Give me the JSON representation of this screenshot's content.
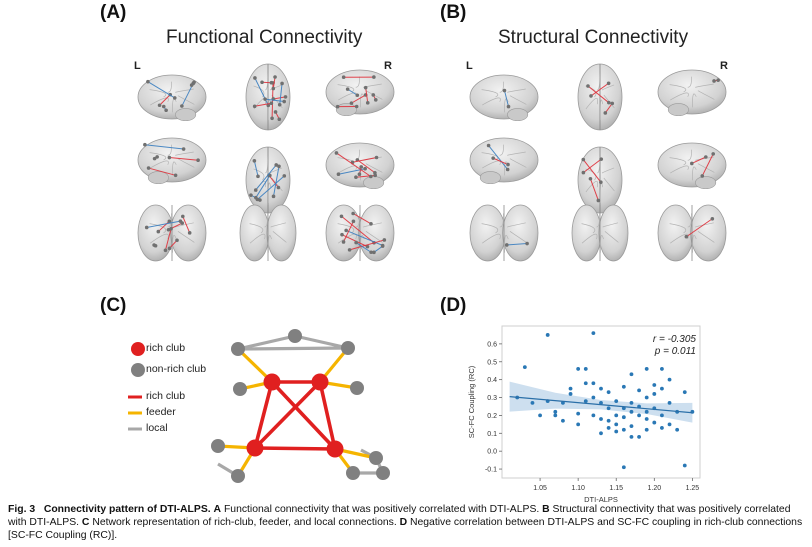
{
  "panels": {
    "a": {
      "letter": "(A)",
      "title": "Functional Connectivity",
      "left": "L",
      "right": "R"
    },
    "b": {
      "letter": "(B)",
      "title": "Structural Connectivity",
      "left": "L",
      "right": "R"
    },
    "c": {
      "letter": "(C)",
      "legend": {
        "rich_club_node": "rich club",
        "non_rich_club_node": "non-rich club",
        "rich_club_edge": "rich club",
        "feeder_edge": "feeder",
        "local_edge": "local"
      }
    },
    "d": {
      "letter": "(D)"
    }
  },
  "colors": {
    "rich_club": "#e02020",
    "feeder": "#f5b400",
    "local": "#a8a8a8",
    "node_gray": "#808080",
    "scatter": "#2a78b5",
    "ci_band": "#bcd4ea"
  },
  "chart_data": {
    "type": "scatter",
    "xlabel": "DTI-ALPS",
    "ylabel": "SC-FC Coupling (RC)",
    "xlim": [
      1.0,
      1.26
    ],
    "ylim": [
      -0.15,
      0.7
    ],
    "xticks": [
      "1.05",
      "1.10",
      "1.15",
      "1.20",
      "1.25"
    ],
    "yticks": [
      "-0.1",
      "0.0",
      "0.1",
      "0.2",
      "0.3",
      "0.4",
      "0.5",
      "0.6"
    ],
    "annotation_r": "r = -0.305",
    "annotation_p": "p = 0.011",
    "regression": {
      "x": [
        1.01,
        1.25
      ],
      "y": [
        0.305,
        0.215
      ]
    },
    "points": [
      [
        1.02,
        0.3
      ],
      [
        1.03,
        0.47
      ],
      [
        1.04,
        0.27
      ],
      [
        1.05,
        0.2
      ],
      [
        1.06,
        0.65
      ],
      [
        1.06,
        0.28
      ],
      [
        1.07,
        0.22
      ],
      [
        1.07,
        0.2
      ],
      [
        1.08,
        0.27
      ],
      [
        1.08,
        0.17
      ],
      [
        1.09,
        0.32
      ],
      [
        1.09,
        0.35
      ],
      [
        1.1,
        0.46
      ],
      [
        1.1,
        0.21
      ],
      [
        1.1,
        0.15
      ],
      [
        1.11,
        0.38
      ],
      [
        1.11,
        0.28
      ],
      [
        1.11,
        0.46
      ],
      [
        1.12,
        0.66
      ],
      [
        1.12,
        0.38
      ],
      [
        1.12,
        0.3
      ],
      [
        1.12,
        0.2
      ],
      [
        1.13,
        0.35
      ],
      [
        1.13,
        0.27
      ],
      [
        1.13,
        0.18
      ],
      [
        1.13,
        0.1
      ],
      [
        1.14,
        0.33
      ],
      [
        1.14,
        0.24
      ],
      [
        1.14,
        0.17
      ],
      [
        1.14,
        0.13
      ],
      [
        1.15,
        0.28
      ],
      [
        1.15,
        0.2
      ],
      [
        1.15,
        0.15
      ],
      [
        1.15,
        0.11
      ],
      [
        1.16,
        0.36
      ],
      [
        1.16,
        0.24
      ],
      [
        1.16,
        0.19
      ],
      [
        1.16,
        0.12
      ],
      [
        1.17,
        0.43
      ],
      [
        1.17,
        0.27
      ],
      [
        1.17,
        0.22
      ],
      [
        1.17,
        0.14
      ],
      [
        1.17,
        0.08
      ],
      [
        1.18,
        0.34
      ],
      [
        1.18,
        0.25
      ],
      [
        1.18,
        0.2
      ],
      [
        1.18,
        0.08
      ],
      [
        1.19,
        0.46
      ],
      [
        1.19,
        0.3
      ],
      [
        1.19,
        0.22
      ],
      [
        1.19,
        0.12
      ],
      [
        1.2,
        0.37
      ],
      [
        1.2,
        0.32
      ],
      [
        1.2,
        0.24
      ],
      [
        1.2,
        0.16
      ],
      [
        1.21,
        0.46
      ],
      [
        1.21,
        0.35
      ],
      [
        1.21,
        0.2
      ],
      [
        1.21,
        0.13
      ],
      [
        1.22,
        0.4
      ],
      [
        1.22,
        0.27
      ],
      [
        1.22,
        0.15
      ],
      [
        1.23,
        0.22
      ],
      [
        1.23,
        0.12
      ],
      [
        1.24,
        0.33
      ],
      [
        1.24,
        -0.08
      ],
      [
        1.25,
        0.22
      ],
      [
        1.16,
        -0.09
      ],
      [
        1.19,
        0.18
      ]
    ]
  },
  "caption": {
    "fig": "Fig. 3",
    "title": "Connectivity pattern of DTI-ALPS.",
    "a_letter": "A",
    "a_text": " Functional connectivity that was positively correlated with DTI-ALPS. ",
    "b_letter": "B",
    "b_text": " Structural connectivity that was positively correlated with DTI-ALPS. ",
    "c_letter": "C",
    "c_text": " Network representation of rich-club, feeder, and local connections. ",
    "d_letter": "D",
    "d_text": " Negative correlation between DTI-ALPS and SC-FC coupling in rich-club connections [SC-FC Coupling (RC)]."
  }
}
